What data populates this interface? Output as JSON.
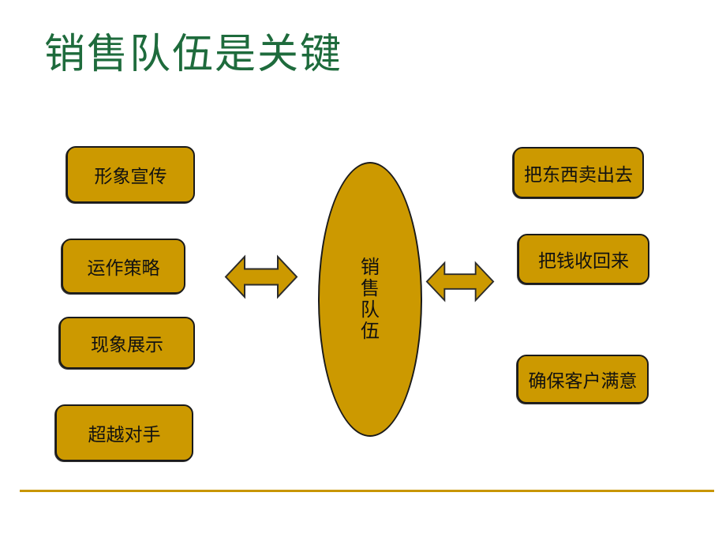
{
  "slide": {
    "title": "销售队伍是关键"
  },
  "diagram": {
    "center": {
      "label": "销售队伍"
    },
    "left_boxes": [
      {
        "label": "形象宣传"
      },
      {
        "label": "运作策略"
      },
      {
        "label": "现象展示"
      },
      {
        "label": "超越对手"
      }
    ],
    "right_boxes": [
      {
        "label": "把东西卖出去"
      },
      {
        "label": "把钱收回来"
      },
      {
        "label": "确保客户满意"
      }
    ]
  },
  "colors": {
    "shape_fill_gold": "#CC9900",
    "shape_border": "#1a1a1a",
    "title_green": "#1E6B3C",
    "divider_gold": "#C89600"
  }
}
